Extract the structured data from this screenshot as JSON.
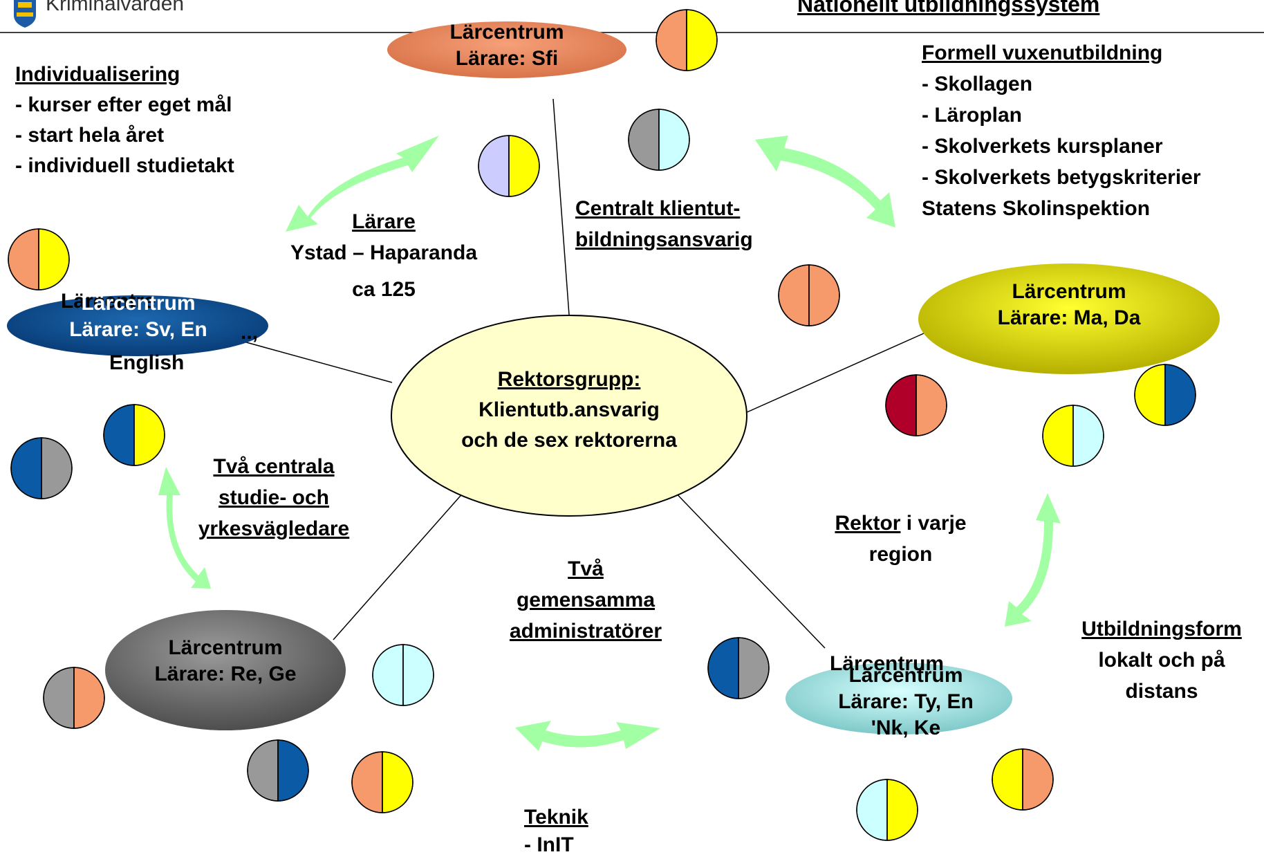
{
  "header": {
    "org_name": "Kriminalvården",
    "slide_title": "Nationellt utbildningssystem"
  },
  "center": {
    "title": "Rektorsgrupp:",
    "line1": "Klientutb.ansvarig",
    "line2": "och de sex rektorerna"
  },
  "nodes": {
    "top": {
      "line1": "Lärcentrum",
      "line2": "Lärare: Sfi",
      "color": "#F09A72"
    },
    "left": {
      "line1": "Lärcentrum",
      "line2": "Lärare: Sv, En",
      "overlap": "Lärcentre",
      "extra1": "..,",
      "extra2": "English",
      "color": "#0E5396"
    },
    "right": {
      "line1": "Lärcentrum",
      "line2": "Lärare: Ma, Da",
      "color": "#D8D400"
    },
    "bottom_left": {
      "line1": "Lärcentrum",
      "line2": "Lärare: Re, Ge",
      "color": "#7A7A7A"
    },
    "bottom_right": {
      "line1": "Lärcentrum",
      "line2": "Lärare: Ty, En",
      "line3": "'Nk, Ke",
      "overlap": "Lärcentrum",
      "color": "#A9E6E6"
    }
  },
  "individualisering": {
    "title": "Individualisering",
    "items": [
      "- kurser efter eget mål",
      "- start hela året",
      "- individuell studietakt"
    ]
  },
  "larare": {
    "title": "Lärare",
    "line1": "Ystad – Haparanda",
    "line2": "ca 125"
  },
  "centralt": {
    "line1": "Centralt klientut-",
    "line2": "bildningsansvarig"
  },
  "formell": {
    "title": "Formell vuxenutbildning",
    "items": [
      "- Skollagen",
      "- Läroplan",
      "- Skolverkets kursplaner",
      "- Skolverkets betygskriterier",
      "Statens Skolinspektion"
    ]
  },
  "vagledare": {
    "line1": "Två centrala",
    "line2": "studie- och",
    "line3": "yrkesvägledare"
  },
  "rektor": {
    "underlined": "Rektor",
    "rest": " i varje",
    "line2": "region"
  },
  "admin": {
    "line1": "Två",
    "line2": "gemensamma",
    "line3": "administratörer"
  },
  "utbildningsform": {
    "title": "Utbildningsform",
    "line1": "lokalt och på",
    "line2": "distans"
  },
  "teknik": {
    "title": "Teknik",
    "line1": "- InIT"
  },
  "colors": {
    "orange": "#F79A6B",
    "yellow": "#FFFF00",
    "lavender": "#CCCCFF",
    "grey": "#999999",
    "lightcyan": "#CCFFFF",
    "blue": "#0B5AA6",
    "crimson": "#B0002A",
    "arrow": "#99FF99",
    "center_fill": "#FFFFCC"
  }
}
